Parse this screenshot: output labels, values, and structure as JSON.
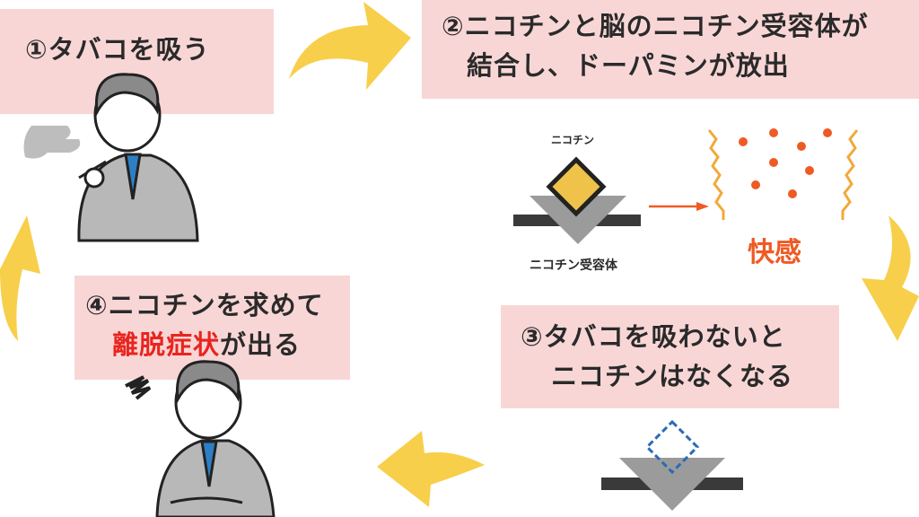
{
  "steps": [
    {
      "number": "①",
      "text": "タバコを吸う"
    },
    {
      "number": "②",
      "line1": "ニコチンと脳のニコチン受容体が",
      "line2": "結合し、ドーパミンが放出"
    },
    {
      "number": "③",
      "line1": "タバコを吸わないと",
      "line2": "ニコチンはなくなる"
    },
    {
      "number": "④",
      "line1": "ニコチンを求めて",
      "line2_red": "離脱症状",
      "line2_rest": "が出る"
    }
  ],
  "labels": {
    "nicotine": "ニコチン",
    "receptor": "ニコチン受容体",
    "pleasure": "快感"
  },
  "colors": {
    "box": "#f9d6d6",
    "arrow": "#f7cf4a",
    "accent": "#ef5a24",
    "red": "#e8251f"
  }
}
